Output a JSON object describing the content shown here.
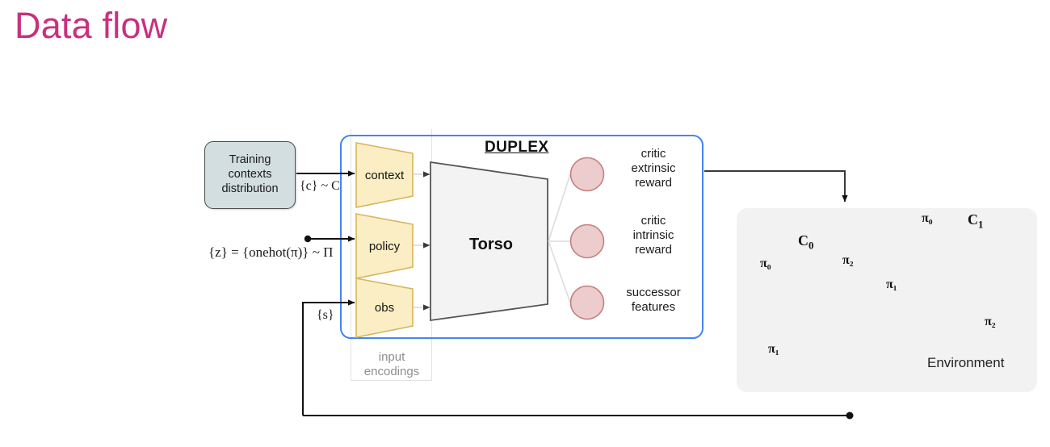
{
  "slide": {
    "title": "Data flow",
    "title_color": "#c9307f",
    "background": "#ffffff"
  },
  "diagram": {
    "training_box": {
      "label": "Training contexts distribution",
      "lines": [
        "Training",
        "contexts",
        "distribution"
      ],
      "fill": "#d3dee1",
      "stroke": "#4d4d4d"
    },
    "duplex": {
      "title": "DUPLEX",
      "border_color": "#4285f4",
      "encoders": [
        {
          "name": "context",
          "label": "context"
        },
        {
          "name": "policy",
          "label": "policy"
        },
        {
          "name": "obs",
          "label": "obs"
        }
      ],
      "encoder_fill": "#fbeec4",
      "encoder_stroke": "#d6b65c",
      "torso": {
        "label": "Torso",
        "fill": "#f2f2f2",
        "stroke": "#555555"
      },
      "heads": [
        {
          "name": "critic-extrinsic-reward",
          "lines": [
            "critic",
            "extrinsic",
            "reward"
          ]
        },
        {
          "name": "critic-intrinsic-reward",
          "lines": [
            "critic",
            "intrinsic",
            "reward"
          ]
        },
        {
          "name": "successor-features",
          "lines": [
            "successor",
            "features"
          ]
        }
      ],
      "head_fill": "#eccccd",
      "head_stroke": "#c4817f",
      "encodings_caption": {
        "lines": [
          "input",
          "encodings"
        ],
        "color": "#8e8e8e"
      }
    },
    "math_labels": {
      "context_input": "{c} ~ C",
      "policy_input": "{z} = {onehot(π)} ~ Π",
      "obs_input": "{s}"
    },
    "environment": {
      "label": "Environment",
      "fill": "#f2f2f2",
      "clusters": [
        {
          "name": "C0",
          "label": "C",
          "sub": "0",
          "circle_fill": "#c3d7f3",
          "circle_stroke": "#2b5fb5",
          "policies": [
            "π₀",
            "π₁",
            "π₂"
          ]
        },
        {
          "name": "C1",
          "label": "C",
          "sub": "1",
          "circle_fill": "#cfe0e2",
          "circle_stroke": "#2d7378",
          "policies": [
            "π₀",
            "π₁",
            "π₂"
          ]
        }
      ]
    },
    "connections": {
      "context_arrow": "training-contexts-to-context-encoder",
      "policy_arrow": "z-to-policy-encoder",
      "obs_arrow": "environment-state-to-obs-encoder",
      "action_arrow": "duplex-to-environment",
      "feedback_arrow": "environment-to-obs-feedback"
    }
  }
}
